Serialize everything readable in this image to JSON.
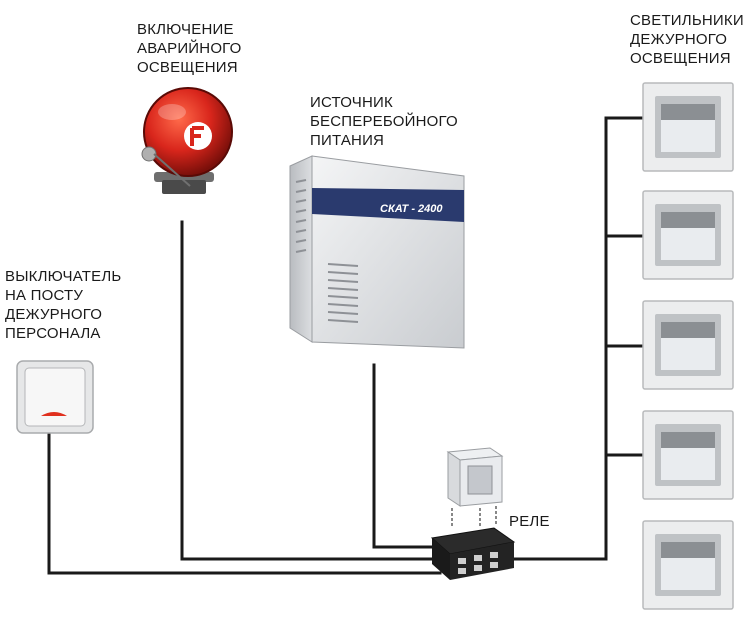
{
  "labels": {
    "alarm": [
      "ВКЛЮЧЕНИЕ",
      "АВАРИЙНОГО",
      "ОСВЕЩЕНИЯ"
    ],
    "ups": [
      "ИСТОЧНИК",
      "БЕСПЕРЕБОЙНОГО",
      "ПИТАНИЯ"
    ],
    "switch": [
      "ВЫКЛЮЧАТЕЛЬ",
      "НА ПОСТУ",
      "ДЕЖУРНОГО",
      "ПЕРСОНАЛА"
    ],
    "lights": [
      "СВЕТИЛЬНИКИ",
      "ДЕЖУРНОГО",
      "ОСВЕЩЕНИЯ"
    ],
    "relay": "РЕЛЕ"
  },
  "ups_brand": "СКАТ - 2400",
  "lights_count": 5,
  "colors": {
    "wire": "#1a1a1a",
    "alarm_red": "#d9261c",
    "switch_indicator": "#e0301e",
    "ups_band": "#2a3a6e"
  }
}
